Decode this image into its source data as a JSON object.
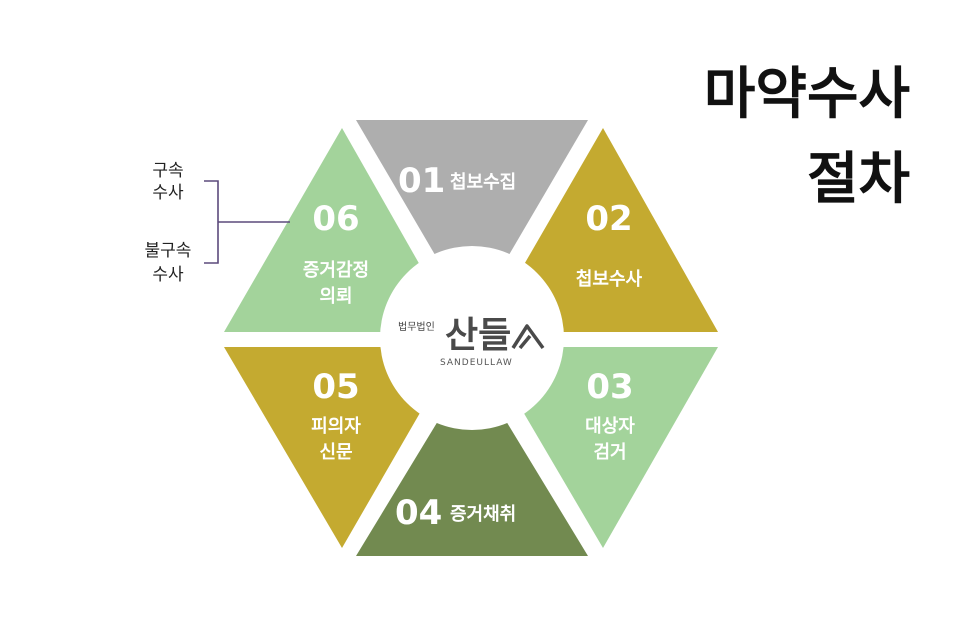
{
  "title": {
    "line1": "마약수사",
    "line2": "절차"
  },
  "logo": {
    "small": "법무법인",
    "main": "산들",
    "sub": "SANDEULLAW"
  },
  "side_labels": {
    "top_line1": "구속",
    "top_line2": "수사",
    "bottom_line1": "불구속",
    "bottom_line2": "수사"
  },
  "steps": [
    {
      "num": "01",
      "label_line1": "첩보수집",
      "label_line2": "",
      "color": "#aeaeae"
    },
    {
      "num": "02",
      "label_line1": "첩보수사",
      "label_line2": "",
      "color": "#c4aa30"
    },
    {
      "num": "03",
      "label_line1": "대상자",
      "label_line2": "검거",
      "color": "#a3d39b"
    },
    {
      "num": "04",
      "label_line1": "증거채취",
      "label_line2": "",
      "color": "#728a50"
    },
    {
      "num": "05",
      "label_line1": "피의자",
      "label_line2": "신문",
      "color": "#c4aa30"
    },
    {
      "num": "06",
      "label_line1": "증거감정",
      "label_line2": "의뢰",
      "color": "#a3d39b"
    }
  ],
  "colors": {
    "bracket": "#5c4a7c",
    "center_circle": "#ffffff"
  }
}
